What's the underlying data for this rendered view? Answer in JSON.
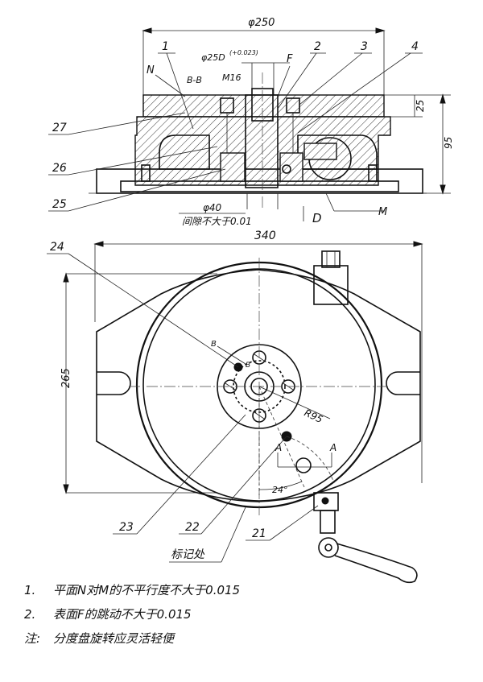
{
  "top_view": {
    "dim_overall_dia": "φ250",
    "dim_bore": "φ25D",
    "dim_bore_tol": "(+0.023)",
    "dim_ring": "M16",
    "section_label": "B-B",
    "label_F": "F",
    "label_N": "N",
    "label_M": "M",
    "label_D": "D",
    "dim_thickness": "25",
    "dim_height": "95",
    "dim_pin": "φ40",
    "clearance_note": "间隙不大于0.01"
  },
  "plan_view": {
    "dim_width": "340",
    "dim_depth": "265",
    "dim_radius": "R95",
    "dim_angle": "24°",
    "label_A_left": "A",
    "label_A_right": "A",
    "label_B": "B",
    "label_B2": "B",
    "mark_note": "标记处"
  },
  "part_numbers": {
    "p1": "1",
    "p2": "2",
    "p3": "3",
    "p4": "4",
    "p27": "27",
    "p26": "26",
    "p25": "25",
    "p24": "24",
    "p23": "23",
    "p22": "22",
    "p21": "21"
  },
  "notes": [
    {
      "num": "1.",
      "text": "平面N对M的不平行度不大于0.015"
    },
    {
      "num": "2.",
      "text": "表面F的跳动不大于0.015"
    },
    {
      "num": "注:",
      "text": "分度盘旋转应灵活轻便"
    }
  ]
}
